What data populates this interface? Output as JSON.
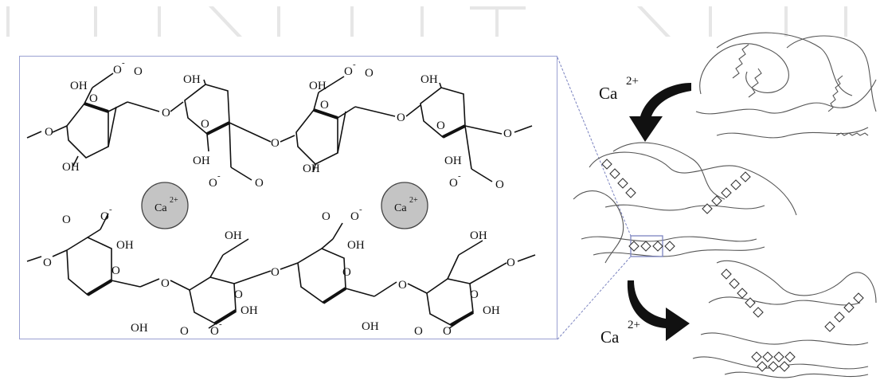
{
  "diagram": {
    "calcium_ion_base": "Ca",
    "calcium_ion_charge": "2+",
    "hydroxyl": "OH",
    "oxygen": "O",
    "carboxylate_o_minus": "O",
    "minus_sign": "-",
    "colors": {
      "box_border": "#9aa0d2",
      "ion_fill": "#c4c4c4",
      "bond": "#111111",
      "chain": "#555555",
      "arrow": "#111111",
      "watermark": "#e6e6e6"
    }
  }
}
